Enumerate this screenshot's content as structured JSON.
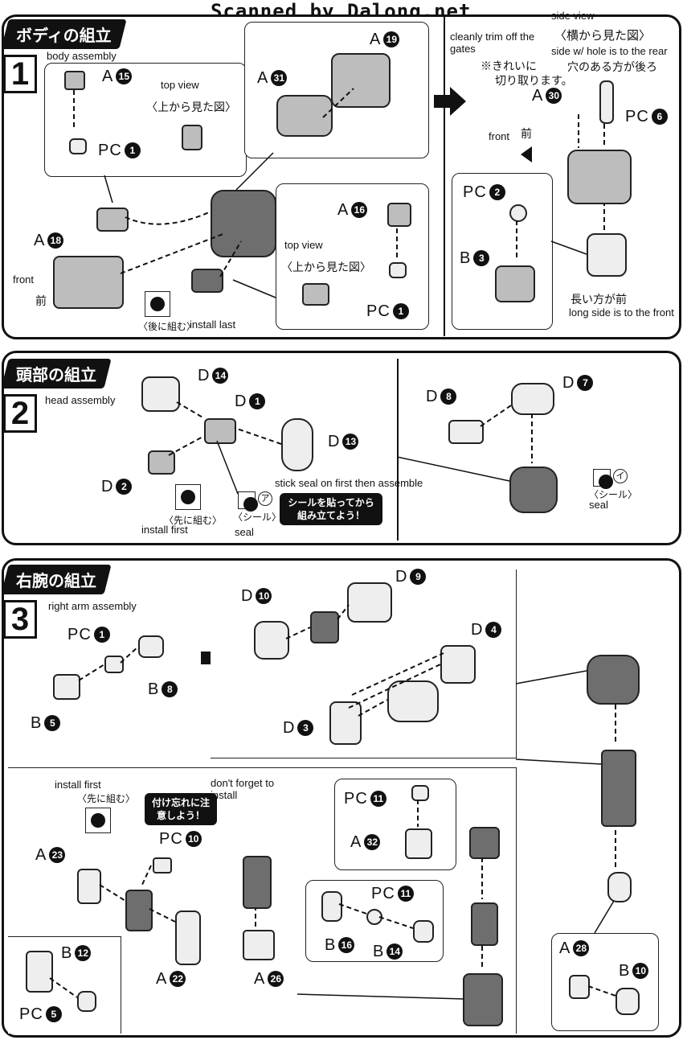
{
  "header": {
    "scan_credit": "Scanned by Dalong.net"
  },
  "step1": {
    "number": "1",
    "title_jp": "ボディの組立",
    "title_en": "body assembly",
    "top_view_1": "top view",
    "top_view_jp_1": "〈上から見た図〉",
    "top_view_2": "top view",
    "top_view_jp_2": "〈上から見た図〉",
    "front": "front",
    "front_jp": "前",
    "install_last_jp": "〈後に組む〉",
    "install_last": "install last",
    "trim_en": "cleanly trim off the gates",
    "trim_jp_1": "※きれいに",
    "trim_jp_2": "切り取ります。",
    "side_view": "side view",
    "side_view_jp": "〈横から見た図〉",
    "side_hole_en": "side w/ hole is to the rear",
    "side_hole_jp": "穴のある方が後ろ",
    "front_2": "front",
    "front_jp_2": "前",
    "long_side_jp": "長い方が前",
    "long_side_en": "long side is to the front",
    "parts": {
      "a15": {
        "letter": "A",
        "num": "15"
      },
      "pc1a": {
        "letter": "PC",
        "num": "1"
      },
      "a19": {
        "letter": "A",
        "num": "19"
      },
      "a31": {
        "letter": "A",
        "num": "31"
      },
      "a16": {
        "letter": "A",
        "num": "16"
      },
      "pc1b": {
        "letter": "PC",
        "num": "1"
      },
      "a18": {
        "letter": "A",
        "num": "18"
      },
      "a30": {
        "letter": "A",
        "num": "30"
      },
      "pc6": {
        "letter": "PC",
        "num": "6"
      },
      "pc2": {
        "letter": "PC",
        "num": "2"
      },
      "b3": {
        "letter": "B",
        "num": "3"
      }
    }
  },
  "step2": {
    "number": "2",
    "title_jp": "頭部の組立",
    "title_en": "head assembly",
    "seal_note_en": "stick seal on first then assemble",
    "seal_callout": "シールを貼ってから組み立てよう！",
    "install_first_jp": "〈先に組む〉",
    "install_first": "install first",
    "seal_a_mark": "ア",
    "seal_a_jp": "〈シール〉",
    "seal_a": "seal",
    "seal_i_mark": "イ",
    "seal_i_jp": "〈シール〉",
    "seal_i": "seal",
    "parts": {
      "d14": {
        "letter": "D",
        "num": "14"
      },
      "d1": {
        "letter": "D",
        "num": "1"
      },
      "d13": {
        "letter": "D",
        "num": "13"
      },
      "d2": {
        "letter": "D",
        "num": "2"
      },
      "d8": {
        "letter": "D",
        "num": "8"
      },
      "d7": {
        "letter": "D",
        "num": "7"
      }
    }
  },
  "step3": {
    "number": "3",
    "title_jp": "右腕の組立",
    "title_en": "right arm assembly",
    "install_first": "install first",
    "install_first_jp": "〈先に組む〉",
    "dont_forget": "don't forget to install",
    "dont_forget_callout": "付け忘れに注意しよう！",
    "parts": {
      "pc1": {
        "letter": "PC",
        "num": "1"
      },
      "b8": {
        "letter": "B",
        "num": "8"
      },
      "b5": {
        "letter": "B",
        "num": "5"
      },
      "d10": {
        "letter": "D",
        "num": "10"
      },
      "d9": {
        "letter": "D",
        "num": "9"
      },
      "d4": {
        "letter": "D",
        "num": "4"
      },
      "d3": {
        "letter": "D",
        "num": "3"
      },
      "pc10": {
        "letter": "PC",
        "num": "10"
      },
      "a23": {
        "letter": "A",
        "num": "23"
      },
      "a22": {
        "letter": "A",
        "num": "22"
      },
      "b12": {
        "letter": "B",
        "num": "12"
      },
      "pc5": {
        "letter": "PC",
        "num": "5"
      },
      "a26": {
        "letter": "A",
        "num": "26"
      },
      "pc11a": {
        "letter": "PC",
        "num": "11"
      },
      "a32": {
        "letter": "A",
        "num": "32"
      },
      "pc11b": {
        "letter": "PC",
        "num": "11"
      },
      "b16": {
        "letter": "B",
        "num": "16"
      },
      "b14": {
        "letter": "B",
        "num": "14"
      },
      "a28": {
        "letter": "A",
        "num": "28"
      },
      "b10": {
        "letter": "B",
        "num": "10"
      }
    }
  }
}
